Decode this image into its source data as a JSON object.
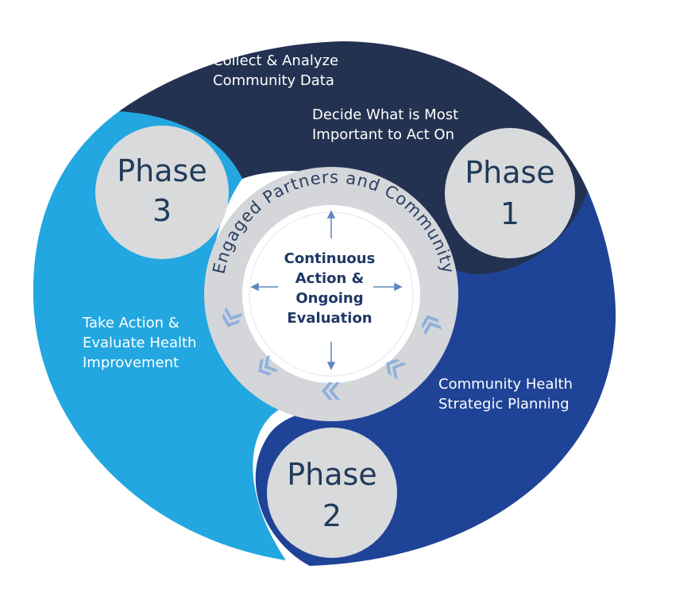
{
  "colors": {
    "phase1": "#243251",
    "phase2": "#1f4396",
    "phase3": "#22a7e0",
    "phase_circle": "#d9dadc",
    "ring": "#d4d6da",
    "arrow": "#8fb0dc",
    "center_text": "#1f3864"
  },
  "phases": [
    {
      "id": "phase1",
      "line1": "Phase",
      "line2": "1"
    },
    {
      "id": "phase2",
      "line1": "Phase",
      "line2": "2"
    },
    {
      "id": "phase3",
      "line1": "Phase",
      "line2": "3"
    }
  ],
  "segments": {
    "phase1": {
      "items": [
        {
          "line1": "Collect & Analyze",
          "line2": "Community Data"
        },
        {
          "line1": "Decide What is Most",
          "line2": "Important to Act On"
        }
      ]
    },
    "phase2": {
      "line1": "Community Health",
      "line2": "Strategic Planning"
    },
    "phase3": {
      "line1": "Take Action &",
      "line2": "Evaluate Health",
      "line3": "Improvement"
    }
  },
  "ring": {
    "text": "Engaged Partners and Community",
    "chevron_icon": "double-chevron-icon"
  },
  "center": {
    "line1": "Continuous",
    "line2": "Action &",
    "line3": "Ongoing",
    "line4": "Evaluation",
    "arrow_icon": "four-way-arrow-icon"
  }
}
